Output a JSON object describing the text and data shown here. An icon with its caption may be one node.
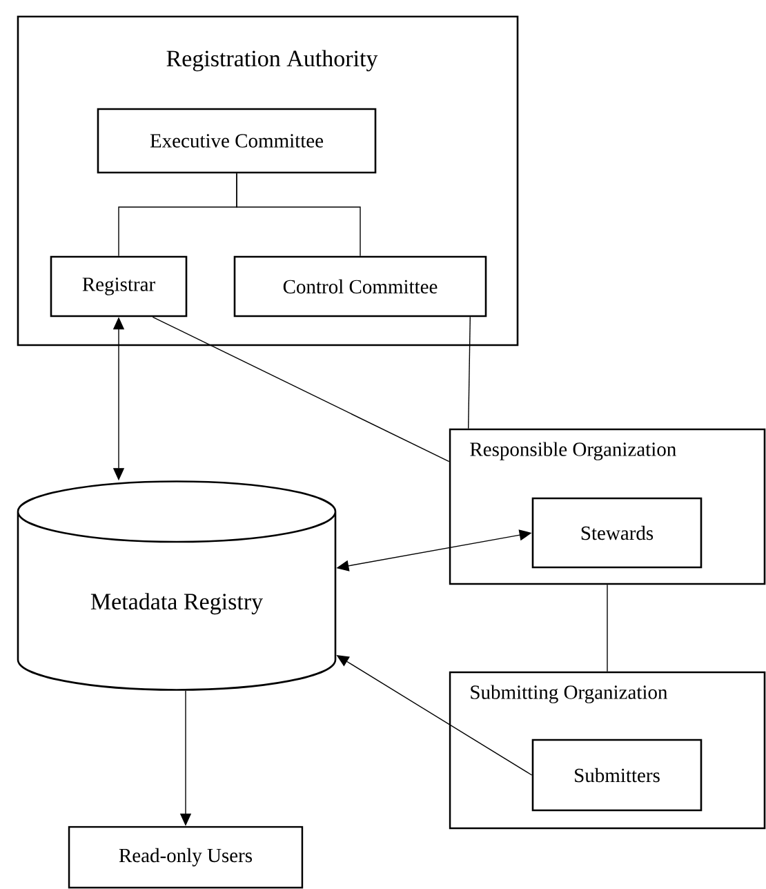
{
  "diagram": {
    "nodes": [
      {
        "text": [
          "Registration Authority"
        ]
      },
      {
        "text": [
          "Executive Committee"
        ],
        "in": 0
      },
      {
        "text": [
          "Registrar"
        ],
        "in": 0
      },
      {
        "text": [
          "Control Committee"
        ],
        "in": 0
      },
      {
        "text": [
          "Metadata Registry"
        ]
      },
      {
        "text": [
          "Responsible Organization"
        ]
      },
      {
        "text": [
          "Stewards"
        ],
        "in": 5
      },
      {
        "text": [
          "Submitting Organization"
        ]
      },
      {
        "text": [
          "Submitters"
        ],
        "in": 7
      },
      {
        "text": [
          "Read-only Users"
        ]
      }
    ],
    "edges": [
      {
        "from": 1,
        "to": 2,
        "arrow": "none"
      },
      {
        "from": 1,
        "to": 3,
        "arrow": "none"
      },
      {
        "from": 4,
        "to": 2,
        "arrow": "both"
      },
      {
        "from": 2,
        "to": 5,
        "arrow": "none"
      },
      {
        "from": 3,
        "to": 5,
        "arrow": "none"
      },
      {
        "from": 4,
        "to": 6,
        "arrow": "both"
      },
      {
        "from": 8,
        "to": 4,
        "arrow": "to"
      },
      {
        "from": 5,
        "to": 7,
        "arrow": "none"
      },
      {
        "from": 4,
        "to": 9,
        "arrow": "to"
      }
    ]
  }
}
